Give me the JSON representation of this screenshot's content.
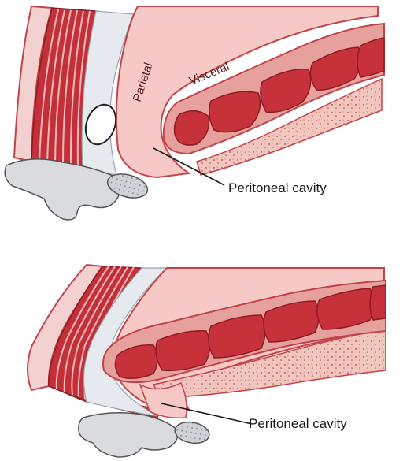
{
  "panels": [
    {
      "labels": {
        "parietal": "Parietal",
        "visceral": "Visceral",
        "cavity": "Peritoneal cavity"
      }
    },
    {
      "labels": {
        "cavity": "Peritoneal cavity"
      }
    }
  ],
  "colors": {
    "muscle_dark": "#c4303a",
    "muscle_light": "#f2b9b9",
    "peritoneum_fill": "#f6c9c6",
    "peritoneum_line": "#c0444a",
    "fascia": "#e6eaee",
    "bowel_wall": "#e7a19d",
    "bowel_lumen": "#c7323a",
    "mesentery": "#f1c6bf",
    "bone": "#d9dbde",
    "outline": "#222222"
  }
}
